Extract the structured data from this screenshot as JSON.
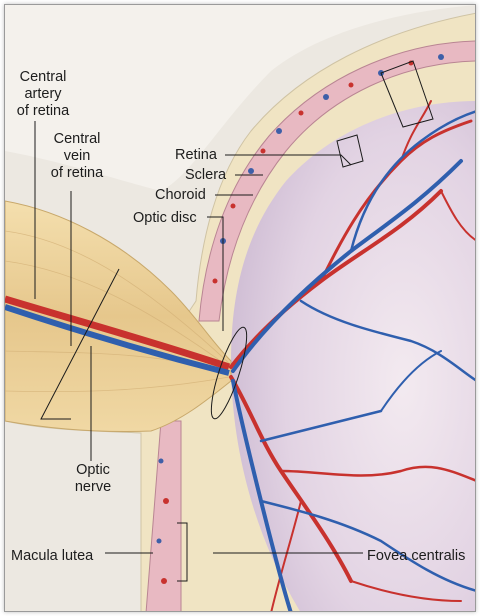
{
  "labels": {
    "central_artery": [
      "Central",
      "artery",
      "of retina"
    ],
    "central_vein": [
      "Central",
      "vein",
      "of retina"
    ],
    "retina": "Retina",
    "sclera": "Sclera",
    "choroid": "Choroid",
    "optic_disc": "Optic disc",
    "optic_nerve": [
      "Optic",
      "nerve"
    ],
    "macula_lutea": "Macula lutea",
    "fovea_centralis": "Fovea centralis"
  },
  "colors": {
    "background": "#f4f1ec",
    "sclera": "#f1e7c9",
    "optic_nerve": "#ecd29b",
    "eyeball_interior": "#e3d6e6",
    "artery": "#c8322e",
    "vein": "#2f5fae",
    "retina_layer": "#e9c2c8"
  }
}
